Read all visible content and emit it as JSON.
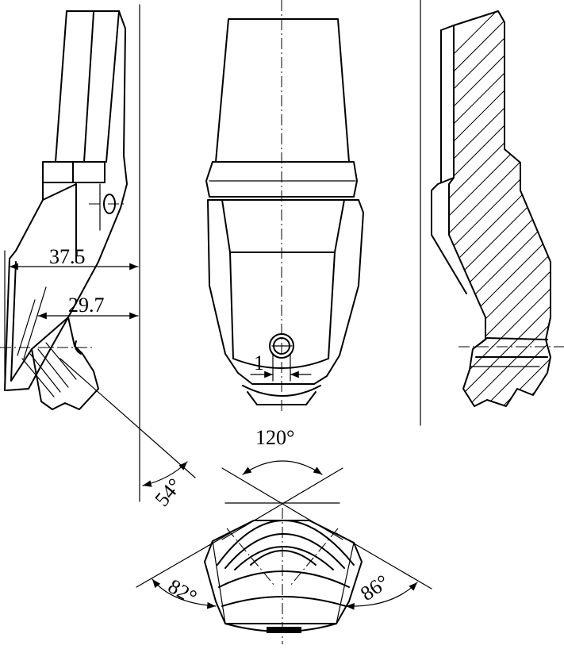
{
  "dimensions": {
    "length_1": "37.5",
    "length_2": "29.7",
    "offset": "1"
  },
  "angles": {
    "top_angle": "120°",
    "tilt_angle": "54°",
    "left_angle": "82°",
    "right_angle": "86°"
  },
  "colors": {
    "line": "#000000",
    "background": "#ffffff"
  }
}
